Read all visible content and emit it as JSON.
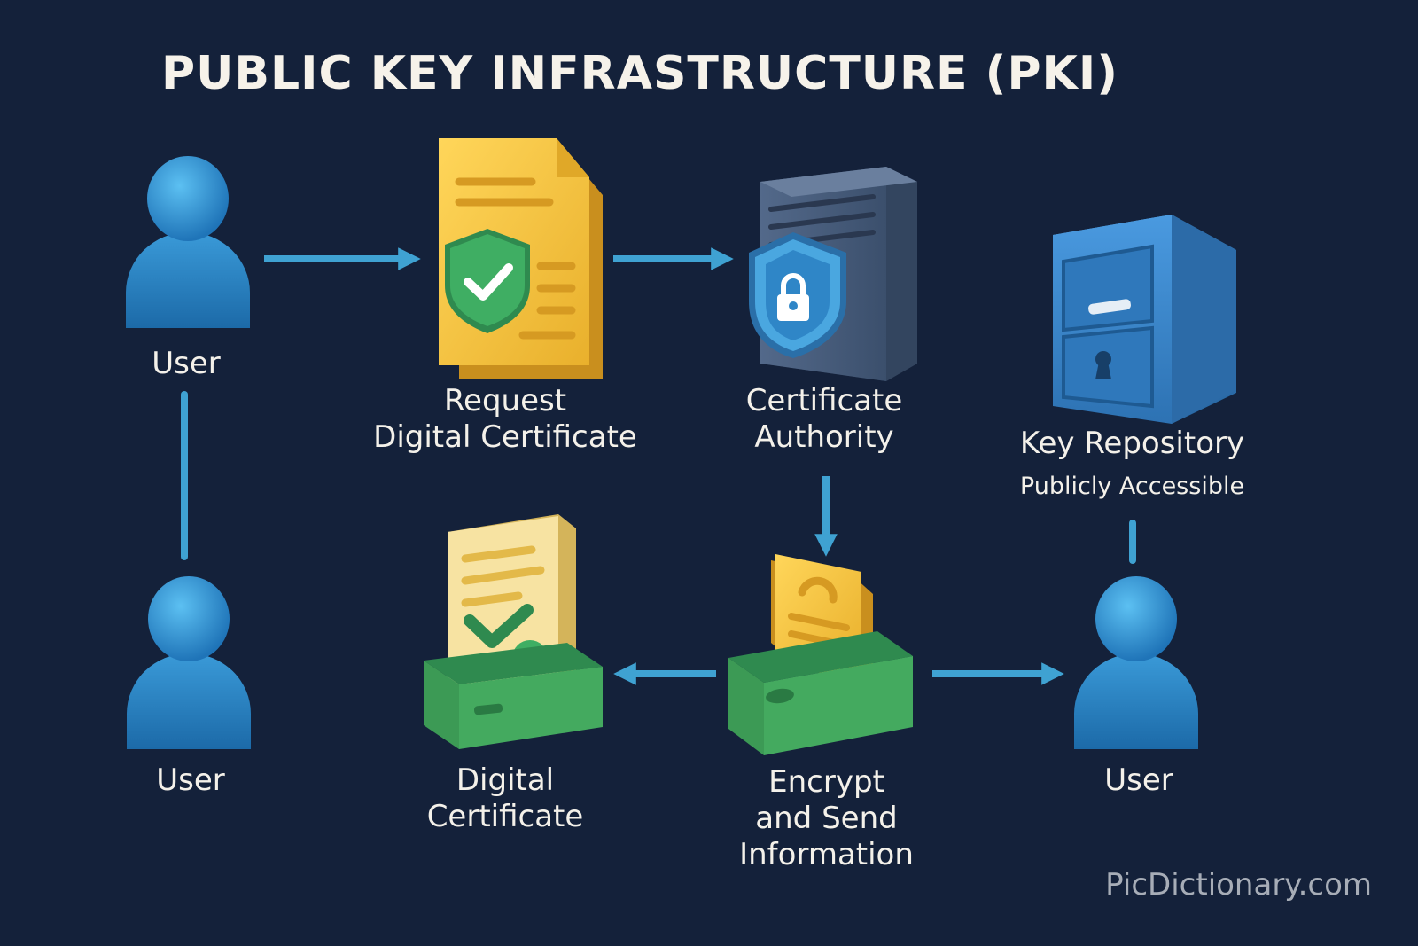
{
  "title": "PUBLIC KEY INFRASTRUCTURE (PKI)",
  "nodes": {
    "user_top": {
      "label": "User",
      "icon": "user-icon"
    },
    "request": {
      "line1": "Request",
      "line2": "Digital Certificate",
      "icon": "certificate-request-icon"
    },
    "ca": {
      "line1": "Certificate",
      "line2": "Authority",
      "icon": "server-shield-lock-icon"
    },
    "repository": {
      "line1": "Key Repository",
      "line2": "Publicly Accessible",
      "icon": "filing-cabinet-icon"
    },
    "user_bottom_left": {
      "label": "User",
      "icon": "user-icon"
    },
    "digital_certificate": {
      "line1": "Digital",
      "line2": "Certificate",
      "icon": "certificate-tray-icon"
    },
    "encrypt": {
      "line1": "Encrypt",
      "line2": "and Send",
      "line3": "Information",
      "icon": "encrypted-document-tray-icon"
    },
    "user_bottom_right": {
      "label": "User",
      "icon": "user-icon"
    }
  },
  "watermark": "PicDictionary.com",
  "colors": {
    "background": "#14213a",
    "arrow": "#3fa2d2",
    "user": "#2f8fd3",
    "document": "#f4c542",
    "shield_green": "#37a05c",
    "server": "#4a5f7c",
    "cabinet": "#3b86c8",
    "tray_green": "#3c9a55"
  }
}
